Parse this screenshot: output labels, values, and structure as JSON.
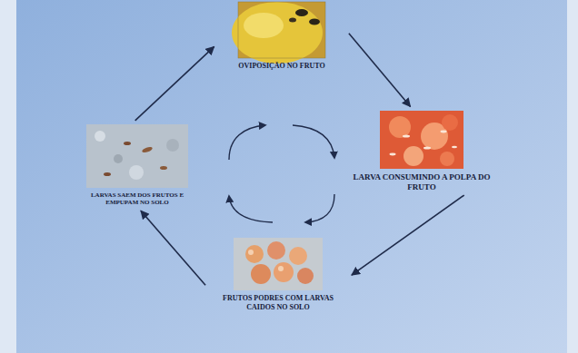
{
  "diagram": {
    "nodes": [
      {
        "text": [
          "OVIPOSIÇÃO NO FRUTO"
        ]
      },
      {
        "text": [
          "LARVA CONSUMINDO A POLPA DO FRUTO"
        ]
      },
      {
        "text": [
          "FRUTOS PODRES COM LARVAS CAIDOS NO SOLO"
        ]
      },
      {
        "text": [
          "LARVAS SAEM DOS FRUTOS E EMPUPAM NO SOLO"
        ]
      }
    ],
    "edges": [
      {
        "from": 0,
        "to": 1,
        "arrow": "to"
      },
      {
        "from": 1,
        "to": 2,
        "arrow": "to"
      },
      {
        "from": 2,
        "to": 3,
        "arrow": "to"
      },
      {
        "from": 3,
        "to": 0,
        "arrow": "to"
      }
    ]
  }
}
